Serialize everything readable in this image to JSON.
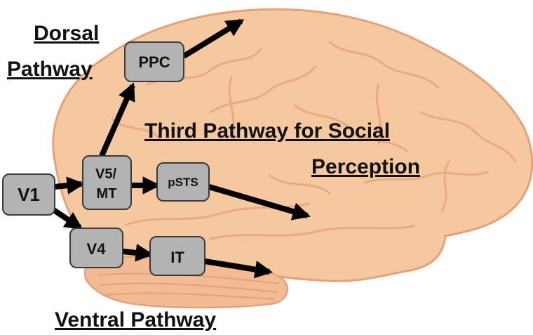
{
  "diagram": {
    "labels": {
      "dorsal_line1": "Dorsal",
      "dorsal_line2": "Pathway",
      "third_line1": "Third Pathway for Social",
      "third_line2": "Perception",
      "ventral": "Ventral Pathway"
    },
    "nodes": {
      "v1": "V1",
      "v5_line1": "V5/",
      "v5_line2": "MT",
      "ppc": "PPC",
      "psts": "pSTS",
      "v4": "V4",
      "it": "IT"
    },
    "colors": {
      "brain_fill": "#f6c8a0",
      "brain_outline": "#e3a278",
      "brain_fold": "#e9a982",
      "cerebellum_fill": "#f2bb94",
      "node_fill": "#b3b3b3",
      "node_stroke": "#3a3a3a",
      "arrow": "#000000",
      "text": "#111111"
    }
  }
}
